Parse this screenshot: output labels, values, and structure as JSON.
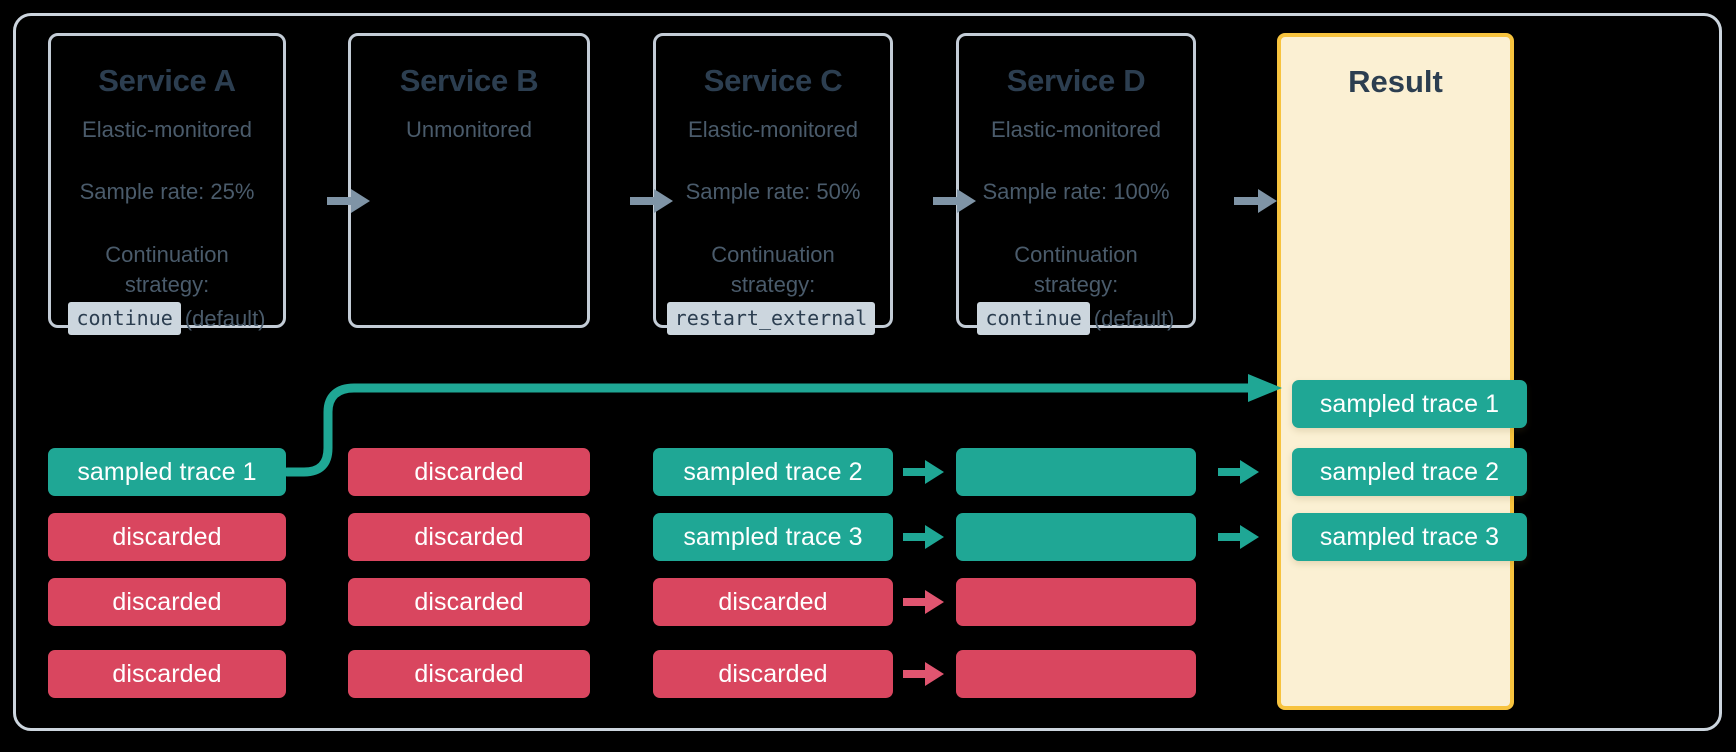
{
  "diagram": {
    "title_hidden": "",
    "colors": {
      "background": "#000000",
      "frame_border": "#ccd5de",
      "card_border": "#c3ccd6",
      "title_text": "#2c3e50",
      "body_text": "#4a5b6b",
      "sampled": "#1fa795",
      "discarded": "#d9465f",
      "result_fill": "#fbf0d3",
      "result_border": "#f7c33e",
      "code_chip_bg": "#ccd6de",
      "flow_arrow": "#7f94a6"
    },
    "services": [
      {
        "id": "service-a",
        "title": "Service A",
        "monitoring": "Elastic-monitored",
        "sample_rate": "Sample rate: 25%",
        "strategy_label_line1": "Continuation",
        "strategy_label_line2": "strategy:",
        "strategy_code": "continue",
        "strategy_note": "(default)"
      },
      {
        "id": "service-b",
        "title": "Service B",
        "monitoring": "Unmonitored",
        "sample_rate": "",
        "strategy_label_line1": "",
        "strategy_label_line2": "",
        "strategy_code": "",
        "strategy_note": ""
      },
      {
        "id": "service-c",
        "title": "Service C",
        "monitoring": "Elastic-monitored",
        "sample_rate": "Sample rate: 50%",
        "strategy_label_line1": "Continuation",
        "strategy_label_line2": "strategy:",
        "strategy_code": "restart_external",
        "strategy_note": ""
      },
      {
        "id": "service-d",
        "title": "Service D",
        "monitoring": "Elastic-monitored",
        "sample_rate": "Sample rate: 100%",
        "strategy_label_line1": "Continuation",
        "strategy_label_line2": "strategy:",
        "strategy_code": "continue",
        "strategy_note": "(default)"
      }
    ],
    "result": {
      "title": "Result"
    },
    "trace_columns": [
      {
        "owner": "service-a",
        "rows": [
          {
            "label": "sampled trace 1",
            "state": "sampled"
          },
          {
            "label": "discarded",
            "state": "discarded"
          },
          {
            "label": "discarded",
            "state": "discarded"
          },
          {
            "label": "discarded",
            "state": "discarded"
          }
        ]
      },
      {
        "owner": "service-b",
        "rows": [
          {
            "label": "discarded",
            "state": "discarded"
          },
          {
            "label": "discarded",
            "state": "discarded"
          },
          {
            "label": "discarded",
            "state": "discarded"
          },
          {
            "label": "discarded",
            "state": "discarded"
          }
        ]
      },
      {
        "owner": "service-c",
        "rows": [
          {
            "label": "sampled trace 2",
            "state": "sampled"
          },
          {
            "label": "sampled trace 3",
            "state": "sampled"
          },
          {
            "label": "discarded",
            "state": "discarded"
          },
          {
            "label": "discarded",
            "state": "discarded"
          }
        ]
      },
      {
        "owner": "service-d",
        "rows": [
          {
            "label": "",
            "state": "sampled"
          },
          {
            "label": "",
            "state": "sampled"
          },
          {
            "label": "",
            "state": "discarded"
          },
          {
            "label": "",
            "state": "discarded"
          }
        ]
      }
    ],
    "result_traces": [
      {
        "label": "sampled trace 1",
        "state": "sampled"
      },
      {
        "label": "sampled trace 2",
        "state": "sampled"
      },
      {
        "label": "sampled trace 3",
        "state": "sampled"
      }
    ]
  }
}
